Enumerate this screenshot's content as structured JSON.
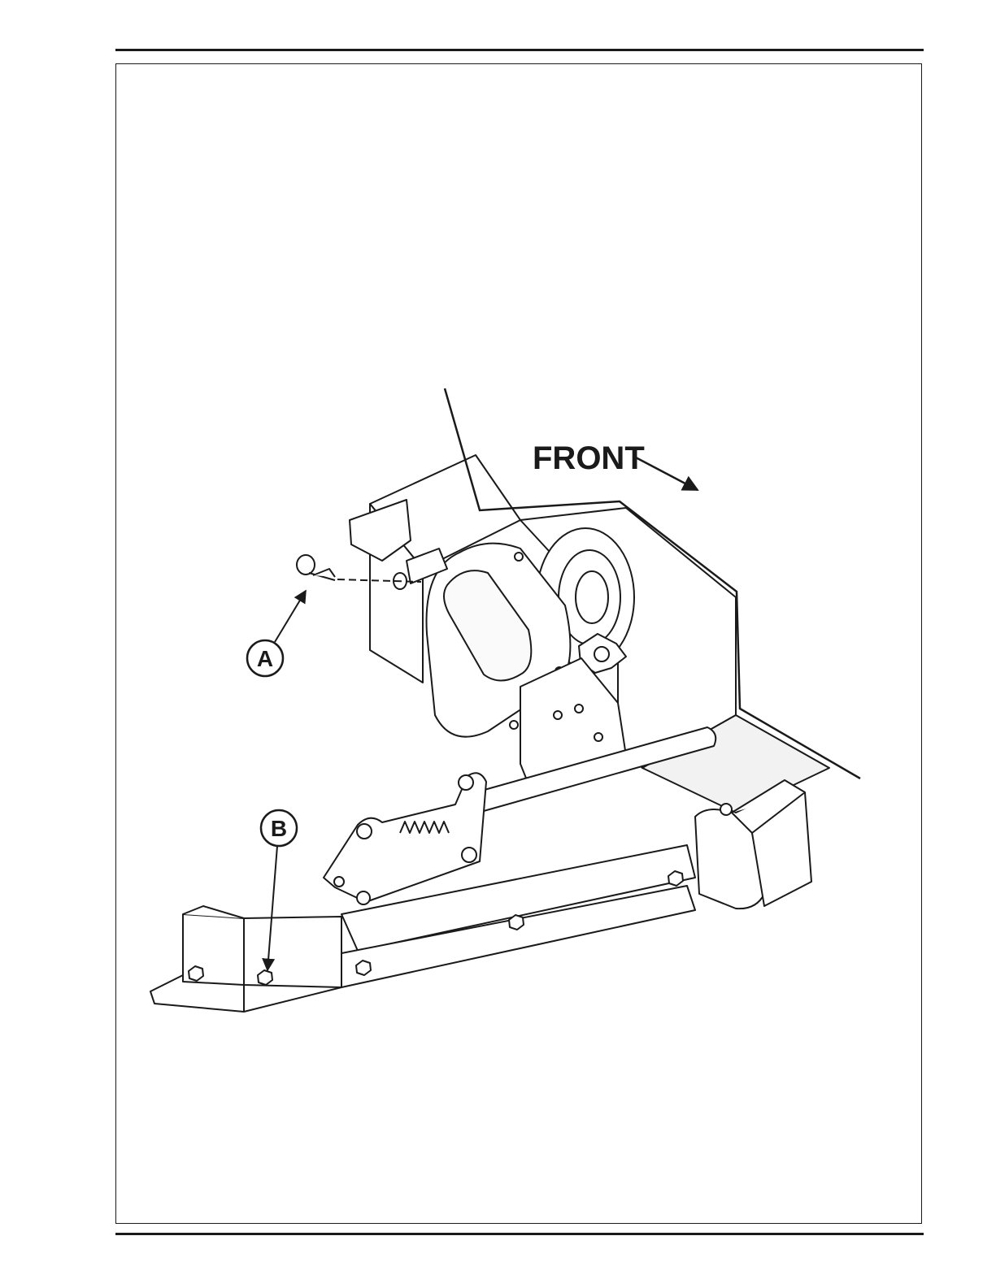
{
  "labels": {
    "front": "FRONT",
    "callout_a": "A",
    "callout_b": "B"
  },
  "colors": {
    "ink": "#1a1a1a",
    "paper": "#ffffff",
    "shade": "#e9e9e9"
  }
}
